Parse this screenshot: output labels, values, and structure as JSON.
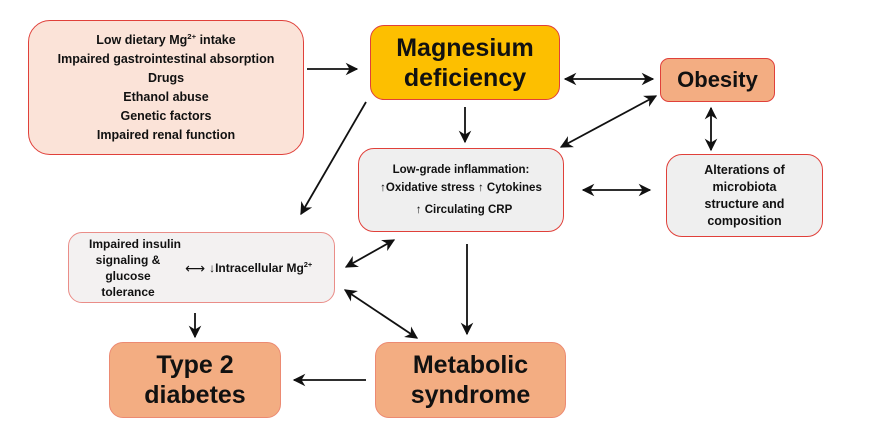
{
  "diagram": {
    "causes": {
      "lines": [
        {
          "text": "Low dietary Mg",
          "sup": "2+",
          "after": " intake"
        },
        {
          "text": "Impaired gastrointestinal absorption"
        },
        {
          "text": "Drugs"
        },
        {
          "text": "Ethanol abuse"
        },
        {
          "text": "Genetic factors"
        },
        {
          "text": "Impaired renal function"
        }
      ]
    },
    "magnesium_deficiency": {
      "line1": "Magnesium",
      "line2": "deficiency"
    },
    "obesity": {
      "label": "Obesity"
    },
    "inflammation": {
      "title": "Low-grade inflammation:",
      "item1": "Oxidative stress",
      "item2": "Cytokines",
      "item3": "Circulating CRP",
      "up_arrow": "↑"
    },
    "microbiota": {
      "lines": [
        "Alterations of",
        "microbiota",
        "structure and",
        "composition"
      ]
    },
    "insulin": {
      "left_lines": [
        "Impaired insulin",
        "signaling &",
        "glucose",
        "tolerance"
      ],
      "link": "⟷",
      "down_arrow": "↓",
      "right_text": "Intracellular Mg",
      "right_sup": "2+"
    },
    "type2_diabetes": {
      "line1": "Type 2",
      "line2": "diabetes"
    },
    "metabolic_syndrome": {
      "line1": "Metabolic",
      "line2": "syndrome"
    },
    "colors": {
      "causes_fill": "#fbe3d8",
      "mg_fill": "#fdbf00",
      "outcome_fill": "#f3ad82",
      "grey_fill": "#efefef",
      "border": "#e0403a"
    },
    "edges": [
      {
        "from": "causes",
        "to": "magnesium_deficiency",
        "type": "one-way"
      },
      {
        "from": "magnesium_deficiency",
        "to": "obesity",
        "type": "two-way"
      },
      {
        "from": "magnesium_deficiency",
        "to": "inflammation",
        "type": "one-way"
      },
      {
        "from": "magnesium_deficiency",
        "to": "insulin",
        "type": "one-way"
      },
      {
        "from": "obesity",
        "to": "inflammation",
        "type": "two-way"
      },
      {
        "from": "obesity",
        "to": "microbiota",
        "type": "two-way"
      },
      {
        "from": "inflammation",
        "to": "microbiota",
        "type": "two-way"
      },
      {
        "from": "inflammation",
        "to": "insulin",
        "type": "two-way"
      },
      {
        "from": "inflammation",
        "to": "metabolic_syndrome",
        "type": "one-way"
      },
      {
        "from": "insulin",
        "to": "metabolic_syndrome",
        "type": "two-way"
      },
      {
        "from": "insulin",
        "to": "type2_diabetes",
        "type": "one-way"
      },
      {
        "from": "metabolic_syndrome",
        "to": "type2_diabetes",
        "type": "one-way"
      }
    ]
  }
}
